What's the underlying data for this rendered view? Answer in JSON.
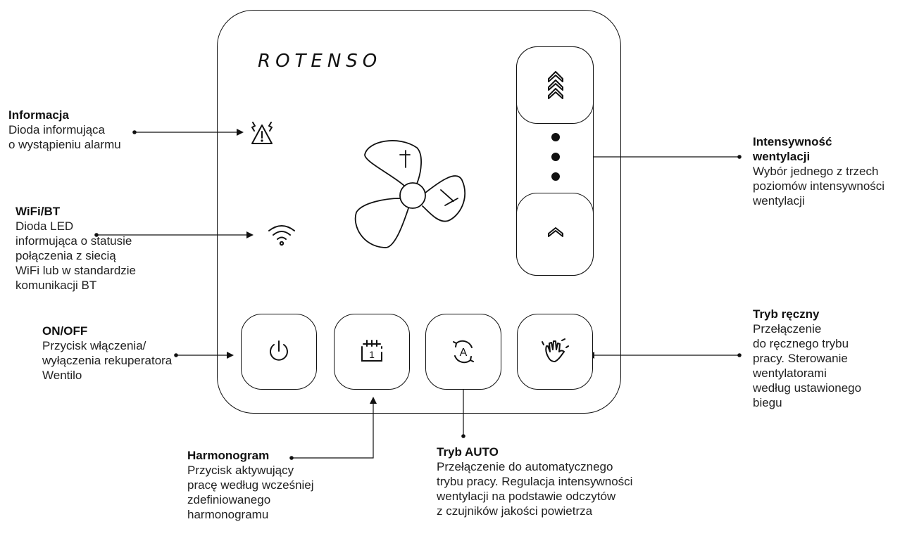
{
  "brand": "ROTENSO",
  "labels": {
    "informacja": {
      "title": "Informacja",
      "lines": [
        "Dioda informująca",
        "o wystąpieniu alarmu"
      ]
    },
    "wifi": {
      "title": "WiFi/BT",
      "lines": [
        "Dioda LED",
        "informująca o statusie",
        "połączenia z siecią",
        "WiFi lub w standardzie",
        "komunikacji BT"
      ]
    },
    "onoff": {
      "title": "ON/OFF",
      "lines": [
        "Przycisk włączenia/",
        "wyłączenia rekuperatora",
        "Wentilo"
      ]
    },
    "harmonogram": {
      "title": "Harmonogram",
      "lines": [
        "Przycisk aktywujący",
        "pracę według wcześniej",
        "zdefiniowanego",
        "harmonogramu"
      ]
    },
    "auto": {
      "title": "Tryb AUTO",
      "lines": [
        "Przełączenie do automatycznego",
        "trybu pracy. Regulacja intensywności",
        "wentylacji na podstawie odczytów",
        "z czujników jakości powietrza"
      ]
    },
    "reczny": {
      "title": "Tryb ręczny",
      "lines": [
        "Przełączenie",
        "do ręcznego trybu",
        "pracy. Sterowanie",
        "wentylatorami",
        "według ustawionego",
        "biegu"
      ]
    },
    "intensywnosc": {
      "title_lines": [
        "Intensywność",
        "wentylacji"
      ],
      "lines": [
        "Wybór jednego z trzech",
        "poziomów intensywności",
        "wentylacji"
      ]
    }
  },
  "icons": {
    "alarm": "alarm-warning-icon",
    "wifi": "wifi-icon",
    "fan": "fan-icon",
    "power": "power-icon",
    "calendar": "calendar-icon",
    "auto": "auto-mode-icon",
    "hand": "hand-icon",
    "up_max": "triple-chevron-up-icon",
    "up": "chevron-up-icon"
  },
  "calendar_day": "1",
  "auto_letter": "A",
  "colors": {
    "stroke": "#111111",
    "text": "#222222",
    "background": "#ffffff"
  }
}
